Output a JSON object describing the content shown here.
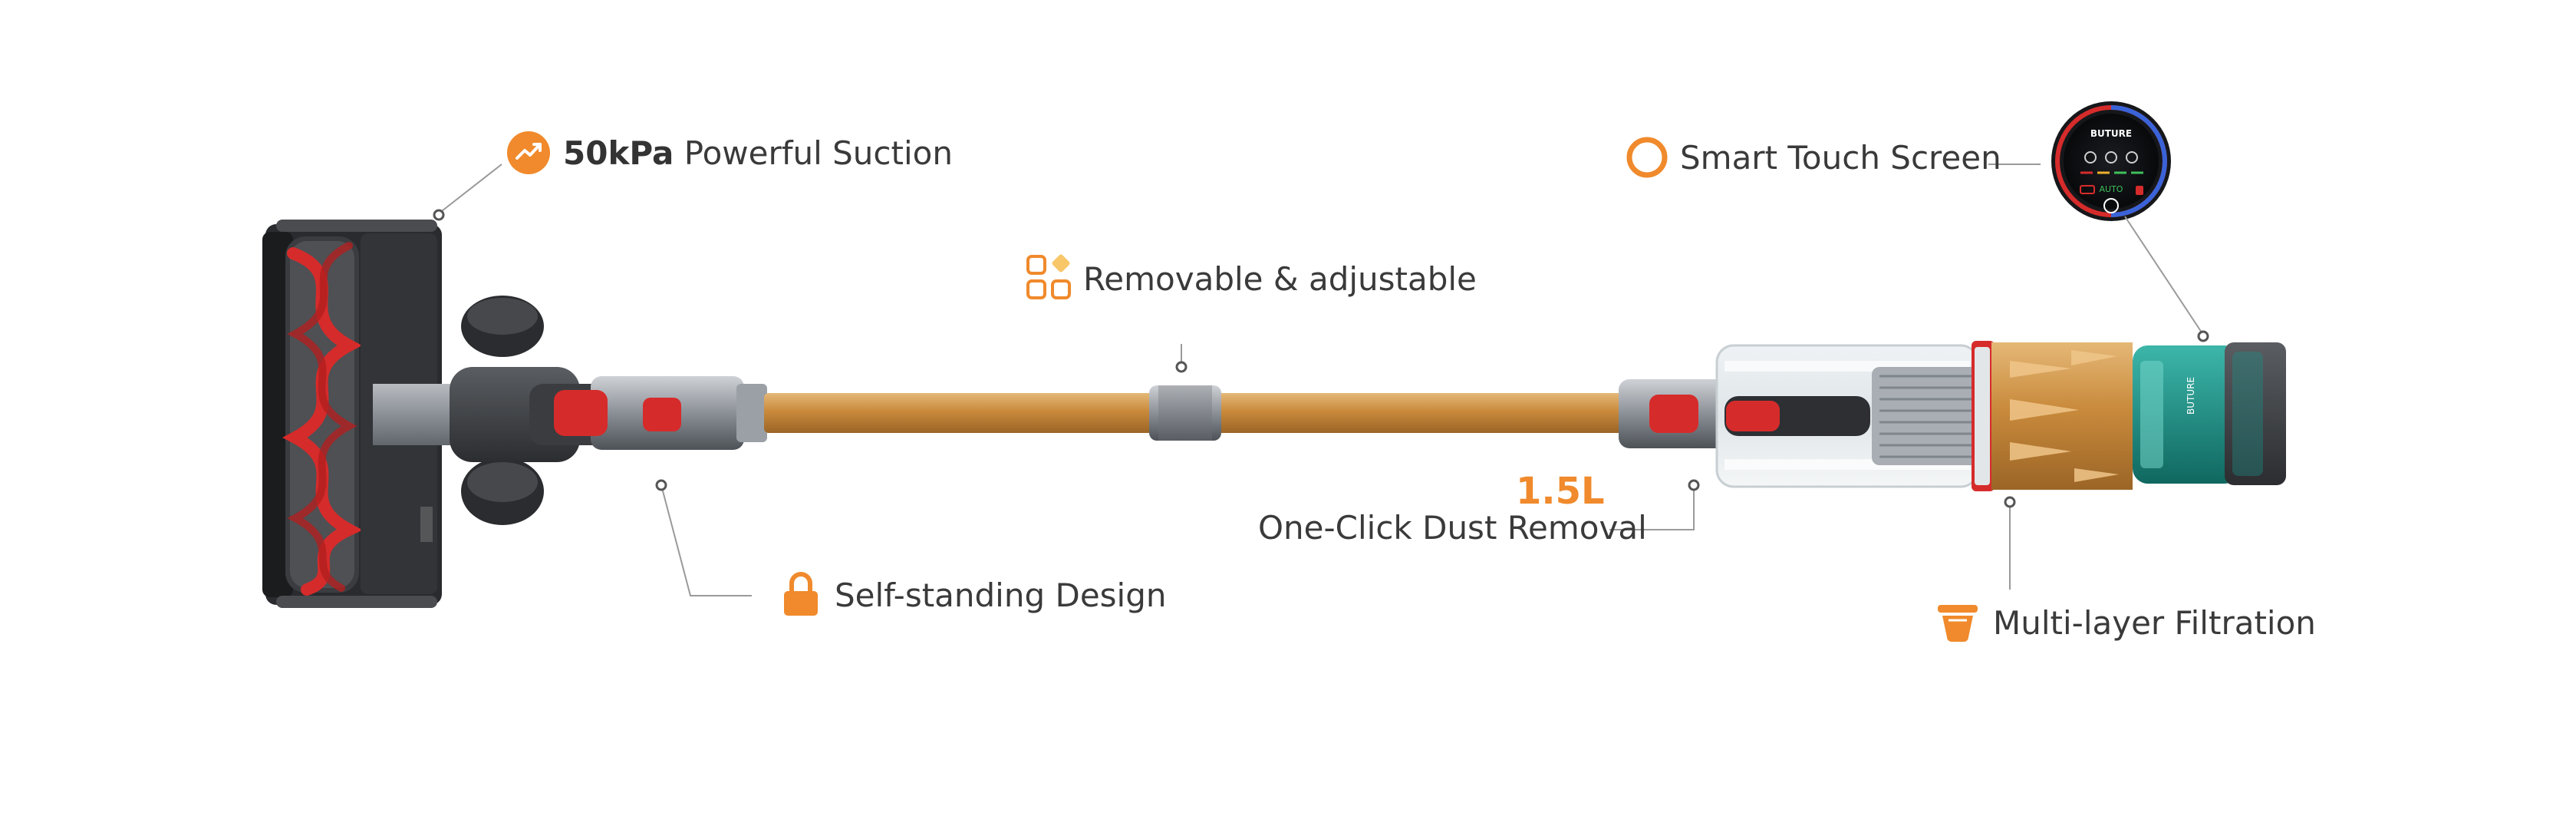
{
  "features": {
    "suction": {
      "strong": "50kPa",
      "text": "Powerful Suction"
    },
    "touch": {
      "text": "Smart Touch Screen"
    },
    "removable": {
      "text": "Removable & adjustable"
    },
    "dust": {
      "value": "1.5L",
      "text": "One-Click Dust Removal"
    },
    "standing": {
      "text": "Self-standing Design"
    },
    "filtration": {
      "text": "Multi-layer Filtration"
    }
  },
  "screen": {
    "brand": "BUTURE",
    "mode": "AUTO"
  },
  "body_brand": "BUTURE",
  "colors": {
    "accent": "#f08a2c",
    "gold": "#c98a3c",
    "red": "#d62b2b",
    "teal": "#1f8f87"
  },
  "icons": [
    "trend-up-icon",
    "ring-icon",
    "grid-icon",
    "lock-icon",
    "cup-icon"
  ]
}
